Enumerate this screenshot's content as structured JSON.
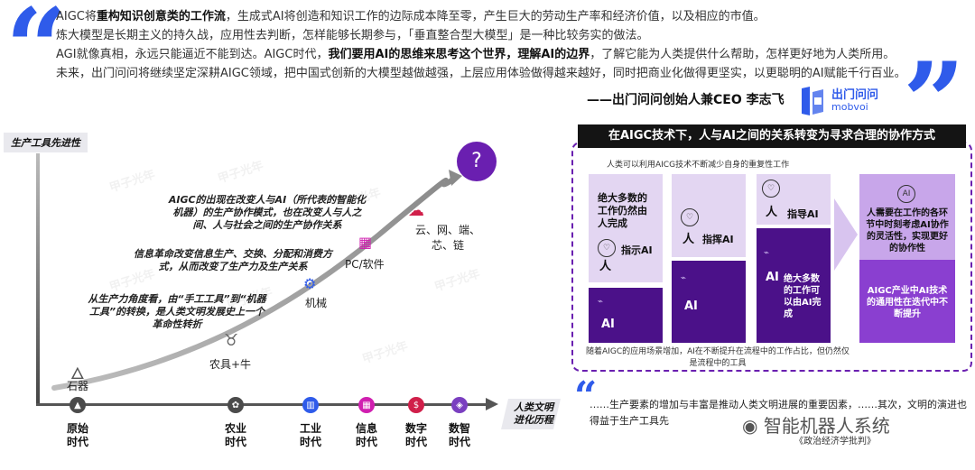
{
  "quote": {
    "lines": [
      {
        "pre": "AIGC将",
        "bold": "重构知识创意类的工作流",
        "post": "，生成式AI将创造和知识工作的边际成本降至零，产生巨大的劳动生产率和经济价值，以及相应的市值。"
      },
      {
        "pre": "炼大模型是长期主义的持久战，应用性去判断，怎样能够长期参与，「垂直整合型大模型」是一种比较务实的做法。",
        "bold": "",
        "post": ""
      },
      {
        "pre": "AGI就像真相，永远只能逼近不能到达。AIGC时代，",
        "bold": "我们要用AI的思维来思考这个世界，理解AI的边界",
        "post": "，了解它能为人类提供什么帮助，怎样更好地为人类所用。"
      },
      {
        "pre": "未来，出门问问将继续坚定深耕AIGC领域，把中国式创新的大模型越做越强，上层应用体验做得越来越好，同时把商业化做得更坚实，以更聪明的AI赋能千行百业。",
        "bold": "",
        "post": ""
      }
    ],
    "signature": "——出门问问创始人兼CEO 李志飞",
    "logo_cn": "出门问问",
    "logo_en": "mobvoi"
  },
  "evolution": {
    "y_title": "生产工具先进性",
    "x_title_line1": "人类文明",
    "x_title_line2": "进化历程",
    "question_mark": "?",
    "stages": [
      {
        "label": "石器"
      },
      {
        "label": "农具+牛"
      },
      {
        "label": "机械"
      },
      {
        "label": "PC/软件"
      },
      {
        "label": "云、网、端、"
      },
      {
        "label": "芯、链"
      }
    ],
    "notes": [
      {
        "text": "从生产力角度看，由“手工工具”到“机器工具”的转换，是人类文明发展史上一个革命性转折"
      },
      {
        "text": "信息革命改变信息生产、交换、分配和消费方式，从而改变了生产力及生产关系"
      },
      {
        "text": "AIGC的出现在改变人与AI（所代表的智能化机器）的生产协作模式，也在改变人与人之间、人与社会之间的生产协作关系"
      }
    ],
    "eras": [
      {
        "l1": "原始",
        "l2": "时代",
        "color": "#4b4b4b",
        "icon": "▲"
      },
      {
        "l1": "农业",
        "l2": "时代",
        "color": "#4b4b4b",
        "icon": "✿"
      },
      {
        "l1": "工业",
        "l2": "时代",
        "color": "#2f5bea",
        "icon": "▥"
      },
      {
        "l1": "信息",
        "l2": "时代",
        "color": "#d01fb0",
        "icon": "▦"
      },
      {
        "l1": "数字",
        "l2": "时代",
        "color": "#d01f4a",
        "icon": "$"
      },
      {
        "l1": "数智",
        "l2": "时代",
        "color": "#7a3fc0",
        "icon": "◈"
      }
    ],
    "watermark": "甲子光年"
  },
  "panel": {
    "title": "在AIGC技术下，人与AI之间的关系转变为寻求合理的协作方式",
    "top_note": "人类可以利用AICG技术不断减少自身的重复性工作",
    "bottom_note": "随着AIGC的应用场景增加，AI在不断提升在流程中的工作占比，但仍然仅是流程中的工具",
    "col1_text": "绝大多数的工作仍然由人完成",
    "col1_human": "人",
    "col1_action": "指示AI",
    "col1_ai": "AI",
    "col2_human": "人",
    "col2_action": "指挥AI",
    "col2_ai": "AI",
    "col3_human": "人",
    "col3_action": "指导AI",
    "col3_ai": "AI",
    "col3_text": "绝大多数的工作可以由AI完成",
    "col4_text1": "人需要在工作的各环节中时刻考虑AI协作的灵活性，实现更好的协作性",
    "col4_text2": "AIGC产业中AI技术的通用性在迭代中不断提升"
  },
  "bottom_quote": {
    "mark": "“",
    "text": "……生产要素的增加与丰富是推动人类文明进展的重要因素，……其次，文明的演进也得益于生产工具先",
    "source": "《政治经济学批判》",
    "wechat": "智能机器人系统"
  }
}
